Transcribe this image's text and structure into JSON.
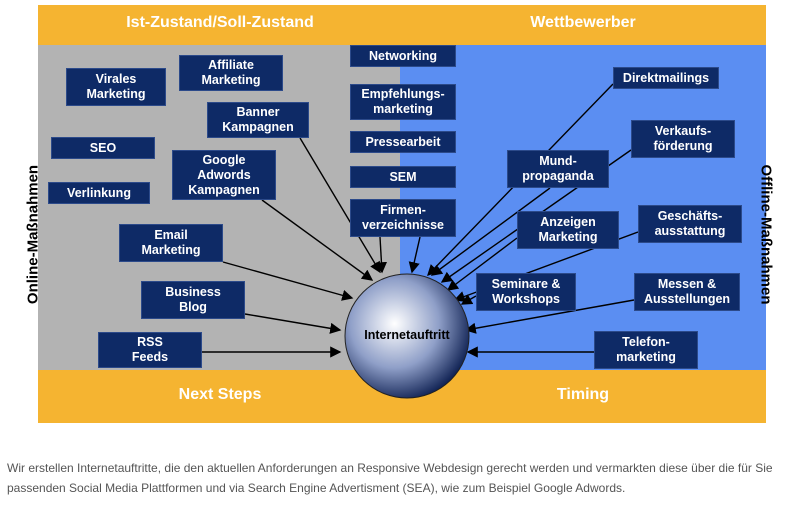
{
  "header": {
    "left": "Ist-Zustand/Soll-Zustand",
    "right": "Wettbewerber"
  },
  "footer": {
    "left": "Next Steps",
    "right": "Timing"
  },
  "side": {
    "left": "Online-Maßnahmen",
    "right": "Offline-Maßnahmen"
  },
  "center": "Internetauftritt",
  "online": [
    "Virales\nMarketing",
    "Affiliate\nMarketing",
    "Banner\nKampagnen",
    "SEO",
    "Google\nAdwords\nKampagnen",
    "Verlinkung",
    "Email\nMarketing",
    "Business\nBlog",
    "RSS\nFeeds"
  ],
  "middle": [
    "Networking",
    "Empfehlungs-\nmarketing",
    "Pressearbeit",
    "SEM",
    "Firmen-\nverzeichnisse"
  ],
  "offline": [
    "Direktmailings",
    "Verkaufs-\nförderung",
    "Mund-\npropaganda",
    "Geschäfts-\nausstattung",
    "Anzeigen\nMarketing",
    "Seminare &\nWorkshops",
    "Messen &\nAusstellungen",
    "Telefon-\nmarketing"
  ],
  "caption": "Wir erstellen Internetauftritte, die den aktuellen Anforderungen an Responsive Webdesign gerecht werden und vermarkten diese über die für Sie passenden Social Media Plattformen und via Search Engine Advertisment (SEA), wie zum Beispiel Google Adwords.",
  "colors": {
    "gold": "#f5b431",
    "gray": "#b3b3b3",
    "blue": "#5b8ef2",
    "box": "#0e2a66"
  }
}
